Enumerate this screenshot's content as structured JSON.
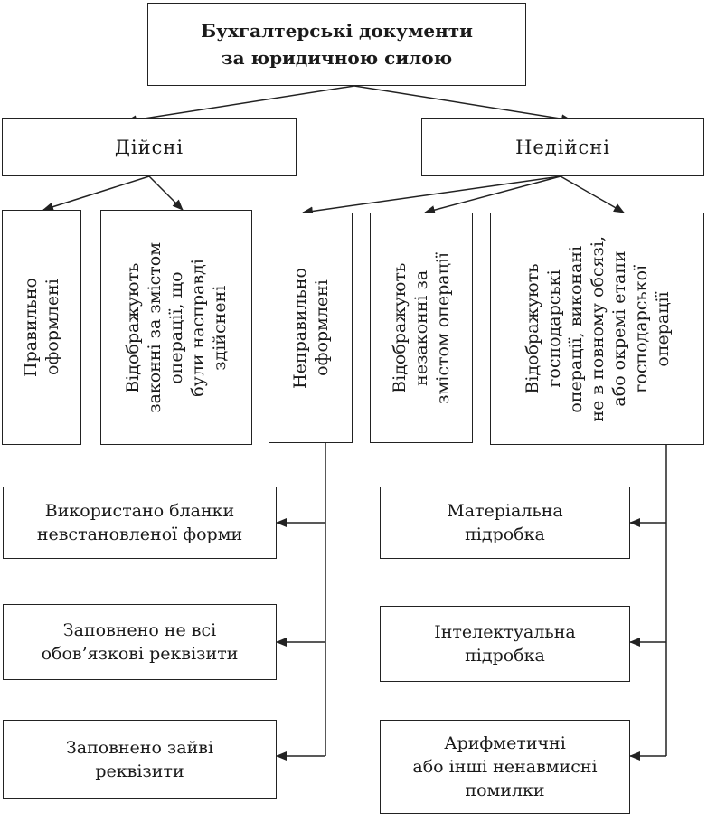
{
  "root": {
    "lines": [
      "Бухгалтерські документи",
      "за юридичною силою"
    ]
  },
  "valid": {
    "label": "Дійсні"
  },
  "invalid": {
    "label": "Недійсні"
  },
  "valid_children": [
    {
      "lines": [
        "Правильно",
        "оформлені"
      ]
    },
    {
      "lines": [
        "Відображують",
        "законні за змістом",
        "операції, що",
        "були насправді",
        "здійснені"
      ]
    }
  ],
  "invalid_children": [
    {
      "lines": [
        "Неправильно",
        "оформлені"
      ]
    },
    {
      "lines": [
        "Відображують",
        "незаконні за",
        "змістом операції"
      ]
    },
    {
      "lines": [
        "Відображують",
        "господарські",
        "операції, виконані",
        "не в повному обсязі,",
        "або окремі етапи",
        "господарської",
        "операції"
      ]
    }
  ],
  "incorrect_items": [
    {
      "lines": [
        "Використано бланки",
        "невстановленої форми"
      ]
    },
    {
      "lines": [
        "Заповнено не всі",
        "обов’язкові реквізити"
      ]
    },
    {
      "lines": [
        "Заповнено зайві",
        "реквізити"
      ]
    }
  ],
  "forgery_items": [
    {
      "lines": [
        "Матеріальна",
        "підробка"
      ]
    },
    {
      "lines": [
        "Інтелектуальна",
        "підробка"
      ]
    },
    {
      "lines": [
        "Арифметичні",
        "або інші ненавмисні",
        "помилки"
      ]
    }
  ]
}
